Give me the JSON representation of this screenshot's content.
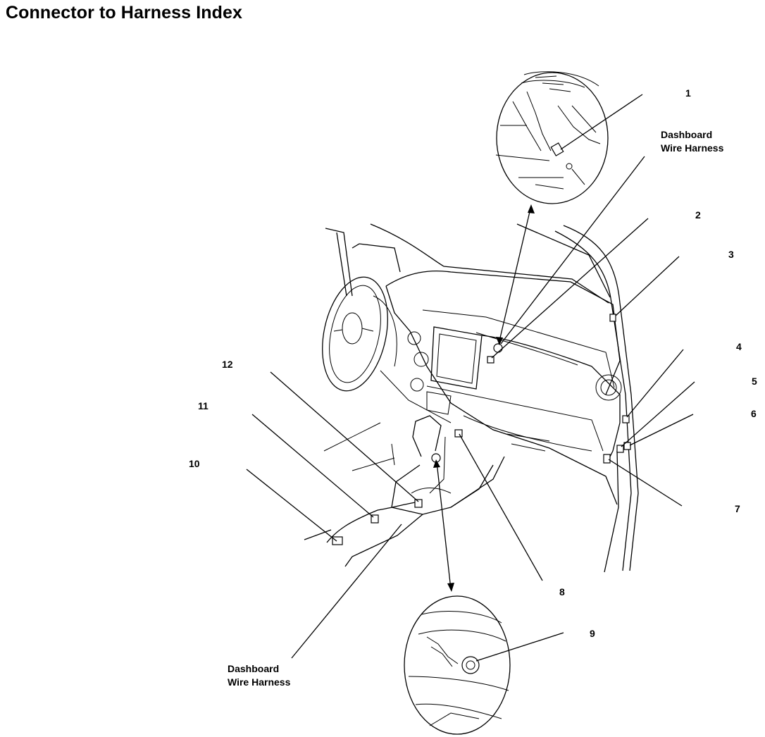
{
  "page_title": "Connector to Harness Index",
  "callouts": [
    {
      "number": "1"
    },
    {
      "number": "2"
    },
    {
      "number": "3"
    },
    {
      "number": "4"
    },
    {
      "number": "5"
    },
    {
      "number": "6"
    },
    {
      "number": "7"
    },
    {
      "number": "8"
    },
    {
      "number": "9"
    },
    {
      "number": "10"
    },
    {
      "number": "11"
    },
    {
      "number": "12"
    }
  ],
  "harness_labels": [
    {
      "line1": "Dashboard",
      "line2": "Wire Harness"
    },
    {
      "line1": "Dashboard",
      "line2": "Wire Harness"
    }
  ]
}
